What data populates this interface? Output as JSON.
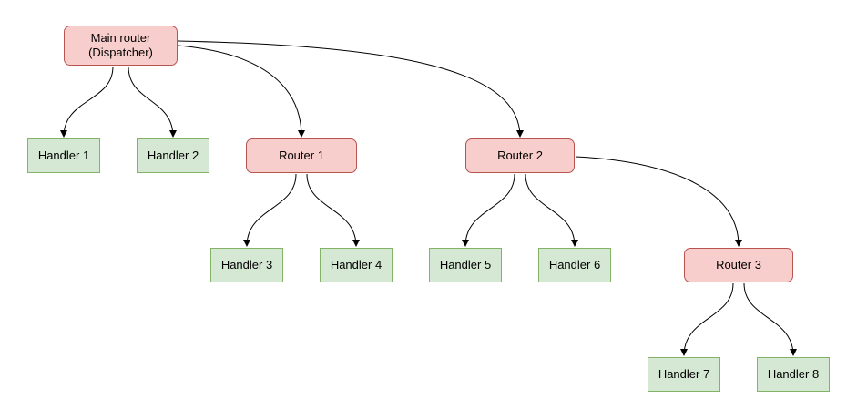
{
  "diagram": {
    "type": "flowchart",
    "nodes": {
      "main_router": {
        "label": "Main router\n(Dispatcher)",
        "kind": "router"
      },
      "handler_1": {
        "label": "Handler 1",
        "kind": "handler"
      },
      "handler_2": {
        "label": "Handler 2",
        "kind": "handler"
      },
      "router_1": {
        "label": "Router 1",
        "kind": "router"
      },
      "router_2": {
        "label": "Router 2",
        "kind": "router"
      },
      "handler_3": {
        "label": "Handler 3",
        "kind": "handler"
      },
      "handler_4": {
        "label": "Handler 4",
        "kind": "handler"
      },
      "handler_5": {
        "label": "Handler 5",
        "kind": "handler"
      },
      "handler_6": {
        "label": "Handler 6",
        "kind": "handler"
      },
      "router_3": {
        "label": "Router 3",
        "kind": "router"
      },
      "handler_7": {
        "label": "Handler 7",
        "kind": "handler"
      },
      "handler_8": {
        "label": "Handler 8",
        "kind": "handler"
      }
    },
    "edges": [
      {
        "from": "main_router",
        "to": "handler_1"
      },
      {
        "from": "main_router",
        "to": "handler_2"
      },
      {
        "from": "main_router",
        "to": "router_1"
      },
      {
        "from": "main_router",
        "to": "router_2"
      },
      {
        "from": "router_1",
        "to": "handler_3"
      },
      {
        "from": "router_1",
        "to": "handler_4"
      },
      {
        "from": "router_2",
        "to": "handler_5"
      },
      {
        "from": "router_2",
        "to": "handler_6"
      },
      {
        "from": "router_2",
        "to": "router_3"
      },
      {
        "from": "router_3",
        "to": "handler_7"
      },
      {
        "from": "router_3",
        "to": "handler_8"
      }
    ],
    "colors": {
      "router_fill": "#f8cecc",
      "router_border": "#b85450",
      "handler_fill": "#d5e8d4",
      "handler_border": "#82b366",
      "edge_color": "#000000",
      "canvas_bg": "#ffffff"
    }
  }
}
